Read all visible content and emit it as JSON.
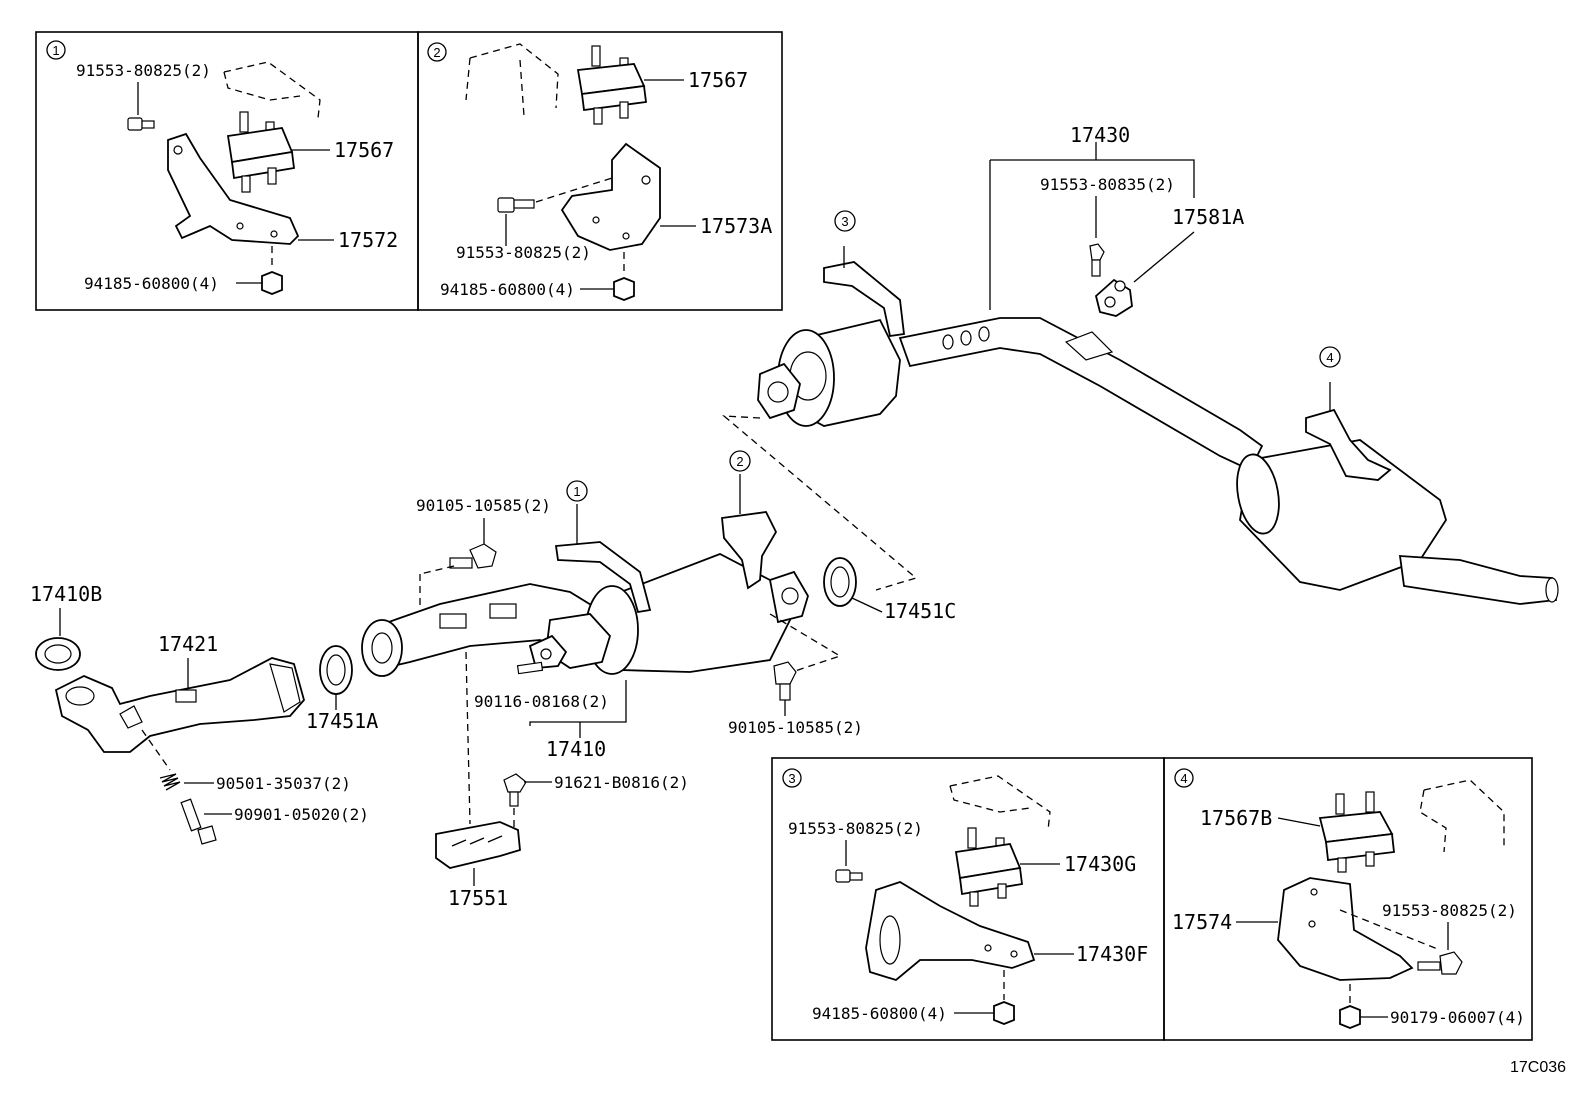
{
  "diagram_code": "17C036",
  "insets": {
    "inset_1": {
      "number": "1",
      "labels": {
        "bolt": "91553-80825(2)",
        "insulator": "17567",
        "bracket": "17572",
        "nut": "94185-60800(4)"
      }
    },
    "inset_2": {
      "number": "2",
      "labels": {
        "insulator": "17567",
        "bolt": "91553-80825(2)",
        "bracket": "17573A",
        "nut": "94185-60800(4)"
      }
    },
    "inset_3": {
      "number": "3",
      "labels": {
        "bolt": "91553-80825(2)",
        "insulator": "17430G",
        "bracket": "17430F",
        "nut": "94185-60800(4)"
      }
    },
    "inset_4": {
      "number": "4",
      "labels": {
        "insulator": "17567B",
        "bracket": "17574",
        "bolt": "91553-80825(2)",
        "nut": "90179-06007(4)"
      }
    }
  },
  "callouts": {
    "c1": "1",
    "c2": "2",
    "c3": "3",
    "c4": "4"
  },
  "main_labels": {
    "tail_pipe_assy": "17430",
    "tail_bolt": "91553-80835(2)",
    "hanger": "17581A",
    "gasket_front": "17410B",
    "front_pipe": "17421",
    "gasket_a": "17451A",
    "stud_bolt_top": "90105-10585(2)",
    "stud_bolt_mid": "90116-08168(2)",
    "converter_assy": "17410",
    "bolt_right": "90105-10585(2)",
    "gasket_c": "17451C",
    "spring": "90501-35037(2)",
    "spring_bolt": "90901-05020(2)",
    "support_bolt": "91621-B0816(2)",
    "support": "17551"
  }
}
